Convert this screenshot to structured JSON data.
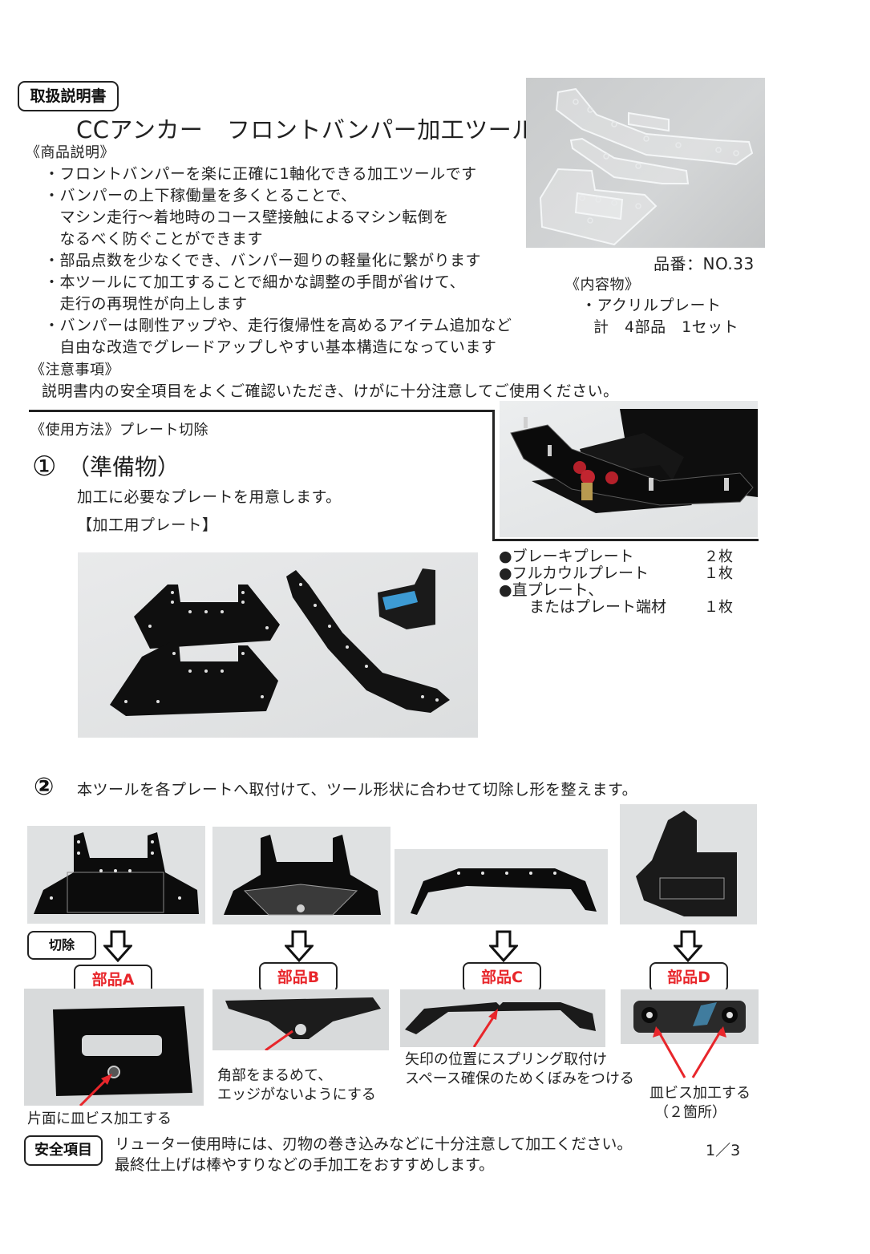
{
  "header": {
    "doc_label": "取扱説明書",
    "title": "CCアンカー　フロントバンパー加工ツール"
  },
  "product_description": {
    "heading": "《商品説明》",
    "lines": [
      "・フロントバンパーを楽に正確に1軸化できる加工ツールです",
      "・バンパーの上下稼働量を多くとることで、",
      "　マシン走行～着地時のコース壁接触によるマシン転倒を",
      "　なるべく防ぐことができます",
      "・部品点数を少なくでき、バンパー廻りの軽量化に繋がります",
      "・本ツールにて加工することで細かな調整の手間が省けて、",
      "　走行の再現性が向上します",
      "・バンパーは剛性アップや、走行復帰性を高めるアイテム追加など",
      "　自由な改造でグレードアップしやすい基本構造になっています"
    ]
  },
  "product_info": {
    "part_number": "品番：NO.33",
    "contents_heading": "《内容物》",
    "contents_item": "・アクリルプレート",
    "contents_count": "計　4部品　1セット"
  },
  "caution": {
    "heading": "《注意事項》",
    "text": "説明書内の安全項目をよくご確認いただき、けがに十分注意してご使用ください。"
  },
  "usage": {
    "heading": "《使用方法》プレート切除",
    "step1": {
      "number": "①",
      "title": "（準備物）",
      "description": "加工に必要なプレートを用意します。",
      "subheading": "【加工用プレート】"
    },
    "materials": [
      {
        "name": "●ブレーキプレート",
        "qty": "２枚"
      },
      {
        "name": "●フルカウルプレート",
        "qty": "１枚"
      },
      {
        "name": "●直プレート、",
        "qty": ""
      },
      {
        "name": "　　またはプレート端材",
        "qty": "１枚"
      }
    ],
    "step2": {
      "number": "②",
      "description": "本ツールを各プレートへ取付けて、ツール形状に合わせて切除し形を整えます。"
    },
    "cut_label": "切除",
    "parts": [
      {
        "label": "部品A",
        "note": [
          "片面に皿ビス加工する"
        ]
      },
      {
        "label": "部品B",
        "note": [
          "角部をまるめて、",
          "エッジがないようにする"
        ]
      },
      {
        "label": "部品C",
        "note": [
          "矢印の位置にスプリング取付け",
          "スペース確保のためくぼみをつける"
        ]
      },
      {
        "label": "部品D",
        "note": [
          "皿ビス加工する",
          "（２箇所）"
        ]
      }
    ]
  },
  "safety": {
    "label": "安全項目",
    "lines": [
      "リューター使用時には、刃物の巻き込みなどに十分注意して加工ください。",
      "最終仕上げは棒やすりなどの手加工をおすすめします。"
    ]
  },
  "page_number": "1／3",
  "colors": {
    "accent_red": "#e8262b",
    "text": "#222222",
    "photo_bg": "#d9dbdc",
    "plate": "#111111"
  }
}
